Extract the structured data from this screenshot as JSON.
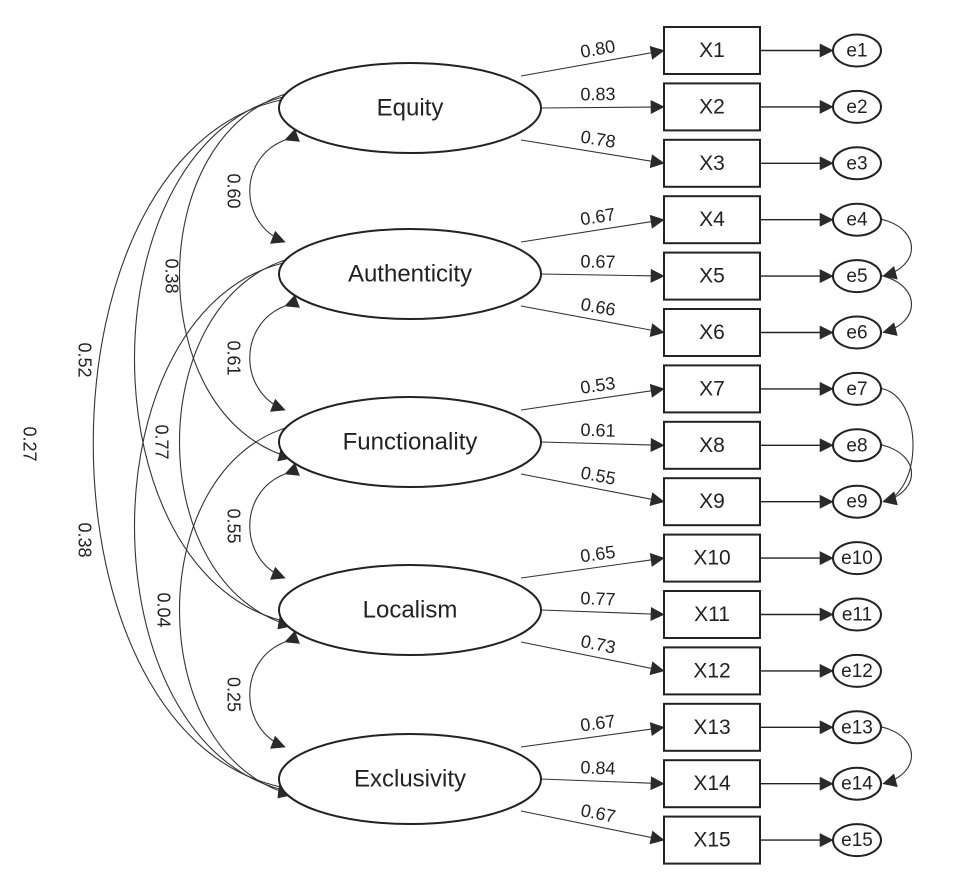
{
  "latents": [
    {
      "id": "equity",
      "label": "Equity"
    },
    {
      "id": "authenticity",
      "label": "Authenticity"
    },
    {
      "id": "functionality",
      "label": "Functionality"
    },
    {
      "id": "localism",
      "label": "Localism"
    },
    {
      "id": "exclusivity",
      "label": "Exclusivity"
    }
  ],
  "indicators": [
    {
      "id": "X1",
      "label": "X1",
      "latent": "equity",
      "loading": "0.80",
      "error": "e1"
    },
    {
      "id": "X2",
      "label": "X2",
      "latent": "equity",
      "loading": "0.83",
      "error": "e2"
    },
    {
      "id": "X3",
      "label": "X3",
      "latent": "equity",
      "loading": "0.78",
      "error": "e3"
    },
    {
      "id": "X4",
      "label": "X4",
      "latent": "authenticity",
      "loading": "0.67",
      "error": "e4"
    },
    {
      "id": "X5",
      "label": "X5",
      "latent": "authenticity",
      "loading": "0.67",
      "error": "e5"
    },
    {
      "id": "X6",
      "label": "X6",
      "latent": "authenticity",
      "loading": "0.66",
      "error": "e6"
    },
    {
      "id": "X7",
      "label": "X7",
      "latent": "functionality",
      "loading": "0.53",
      "error": "e7"
    },
    {
      "id": "X8",
      "label": "X8",
      "latent": "functionality",
      "loading": "0.61",
      "error": "e8"
    },
    {
      "id": "X9",
      "label": "X9",
      "latent": "functionality",
      "loading": "0.55",
      "error": "e9"
    },
    {
      "id": "X10",
      "label": "X10",
      "latent": "localism",
      "loading": "0.65",
      "error": "e10"
    },
    {
      "id": "X11",
      "label": "X11",
      "latent": "localism",
      "loading": "0.77",
      "error": "e11"
    },
    {
      "id": "X12",
      "label": "X12",
      "latent": "localism",
      "loading": "0.73",
      "error": "e12"
    },
    {
      "id": "X13",
      "label": "X13",
      "latent": "exclusivity",
      "loading": "0.67",
      "error": "e13"
    },
    {
      "id": "X14",
      "label": "X14",
      "latent": "exclusivity",
      "loading": "0.84",
      "error": "e14"
    },
    {
      "id": "X15",
      "label": "X15",
      "latent": "exclusivity",
      "loading": "0.67",
      "error": "e15"
    }
  ],
  "correlations": [
    {
      "from": "equity",
      "to": "authenticity",
      "value": "0.60"
    },
    {
      "from": "authenticity",
      "to": "functionality",
      "value": "0.61"
    },
    {
      "from": "functionality",
      "to": "localism",
      "value": "0.55"
    },
    {
      "from": "localism",
      "to": "exclusivity",
      "value": "0.25"
    },
    {
      "from": "equity",
      "to": "functionality",
      "value": "0.38"
    },
    {
      "from": "authenticity",
      "to": "localism",
      "value": "0.77"
    },
    {
      "from": "functionality",
      "to": "exclusivity",
      "value": "0.04"
    },
    {
      "from": "equity",
      "to": "localism",
      "value": "0.52"
    },
    {
      "from": "authenticity",
      "to": "exclusivity",
      "value": "0.38"
    },
    {
      "from": "equity",
      "to": "exclusivity",
      "value": "0.27"
    }
  ],
  "error_covariances": [
    {
      "from": "e4",
      "to": "e5"
    },
    {
      "from": "e5",
      "to": "e6"
    },
    {
      "from": "e7",
      "to": "e9"
    },
    {
      "from": "e8",
      "to": "e9"
    },
    {
      "from": "e13",
      "to": "e14"
    }
  ],
  "style": {
    "line_color": "#333333",
    "fill": "#ffffff"
  }
}
